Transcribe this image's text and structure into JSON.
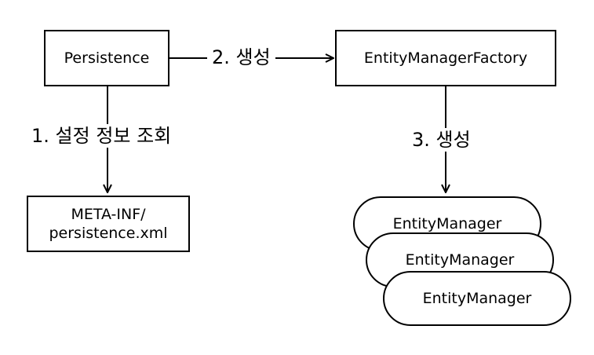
{
  "nodes": {
    "persistence": "Persistence",
    "factory": "EntityManagerFactory",
    "meta_line1": "META-INF/",
    "meta_line2": "persistence.xml",
    "em1": "EntityManager",
    "em2": "EntityManager",
    "em3": "EntityManager"
  },
  "edges": {
    "create_factory": "2. 생성",
    "read_config": "1. 설정 정보 조회",
    "create_manager": "3. 생성"
  }
}
